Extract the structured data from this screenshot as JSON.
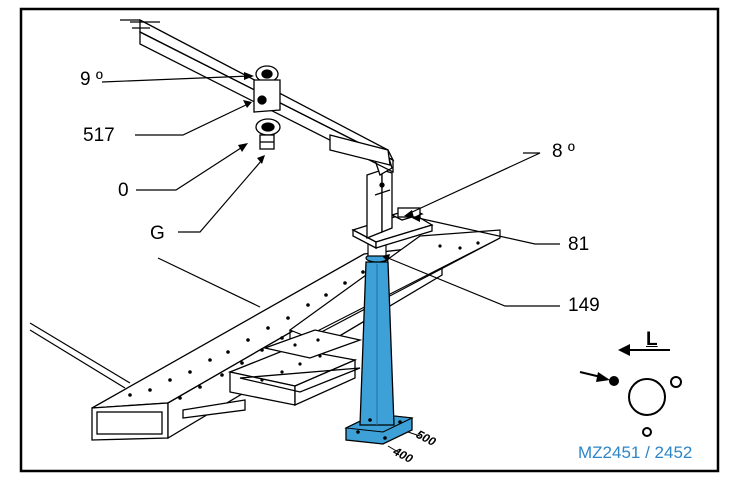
{
  "callouts": {
    "angle_top": "9 º",
    "angle_right": "8 º",
    "c517": "517",
    "c0": "0",
    "cG": "G",
    "c81": "81",
    "c149": "149"
  },
  "direction": {
    "label": "L"
  },
  "dimensions": {
    "d500": "500",
    "d400": "400"
  },
  "reference": "MZ2451 / 2452",
  "colors": {
    "column": "#3da0d6",
    "reference_text": "#2d86c8",
    "line": "#000000"
  }
}
